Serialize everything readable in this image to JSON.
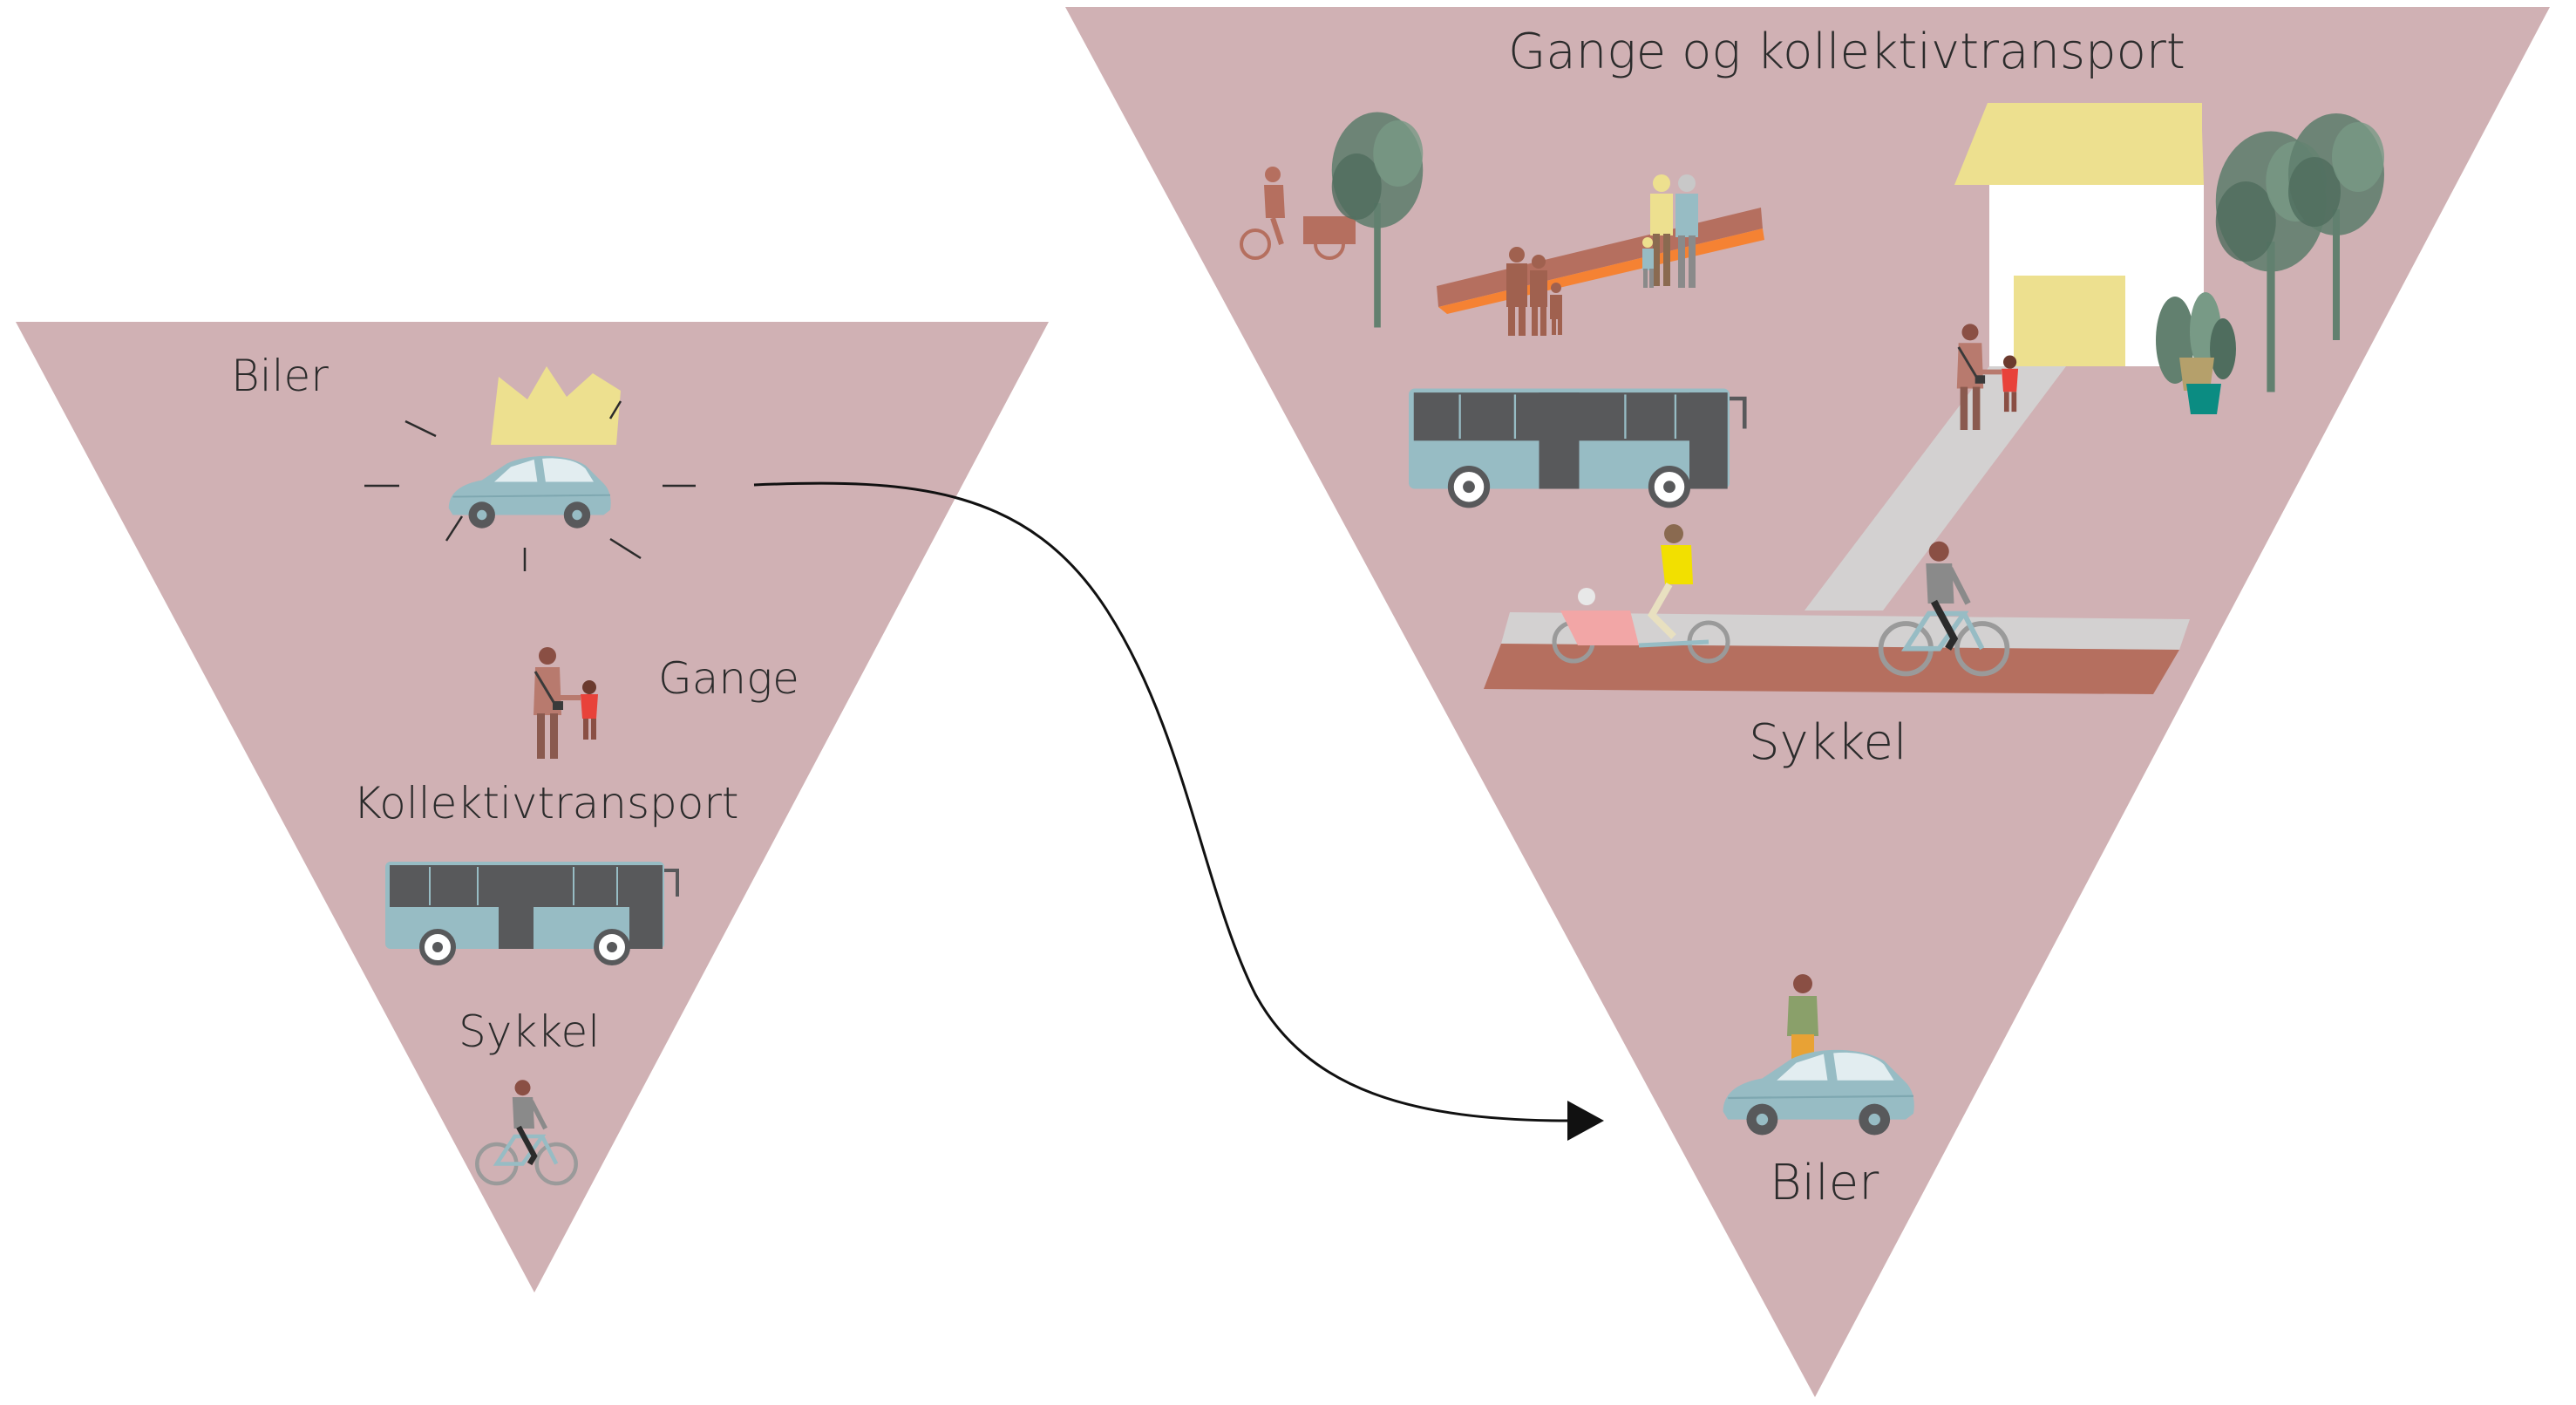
{
  "colors": {
    "triangle": "#d0b1b4",
    "car": "#97bcc4",
    "bus_body": "#97bcc4",
    "bus_windows": "#58595b",
    "crown": "#ede08f",
    "path": "#d3d1d1",
    "bike_lane": "#b56f5f",
    "house": "#ffffff",
    "roof": "#ede08f",
    "tree": "#62806f",
    "arrow": "#111111"
  },
  "left_pyramid": {
    "biler": "Biler",
    "gange": "Gange",
    "kollektivtransport": "Kollektivtransport",
    "sykkel": "Sykkel",
    "icons": [
      "crown-icon",
      "car-icon",
      "pedestrian-adult-child-icon",
      "bus-icon",
      "cyclist-icon"
    ]
  },
  "right_pyramid": {
    "gange_kollektiv": "Gange og kollektivtransport",
    "sykkel": "Sykkel",
    "biler": "Biler",
    "icons": [
      "cargo-bike-icon",
      "tree-icon",
      "bench-icon",
      "people-group-icon",
      "bus-icon",
      "house-icon",
      "plants-icon",
      "pedestrian-adult-child-icon",
      "cyclist-icon",
      "car-icon",
      "person-icon"
    ]
  },
  "arrow": {
    "icon": "arrow-right-icon"
  }
}
